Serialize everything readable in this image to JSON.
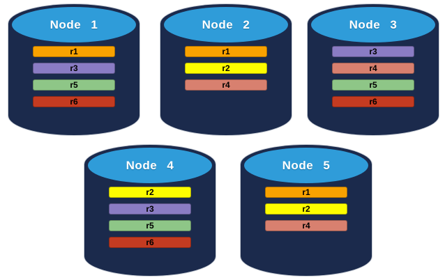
{
  "diagram": {
    "kind": "database-replica-distribution",
    "background": "#FFFFFF"
  },
  "colors": {
    "cylinder_body": "#1B2A4C",
    "cylinder_top": "#2F9CD9",
    "title_text": "#FFFFFF",
    "bar_text": "#000000"
  },
  "replica_colors": {
    "r1": "#F9A200",
    "r2": "#FDFD00",
    "r3": "#8A7CC4",
    "r4": "#D8806F",
    "r5": "#8EC687",
    "r6": "#C43B21"
  },
  "nodes": [
    {
      "title": "Node 1",
      "replicas": [
        "r1",
        "r3",
        "r5",
        "r6"
      ]
    },
    {
      "title": "Node 2",
      "replicas": [
        "r1",
        "r2",
        "r4"
      ]
    },
    {
      "title": "Node 3",
      "replicas": [
        "r3",
        "r4",
        "r5",
        "r6"
      ]
    },
    {
      "title": "Node 4",
      "replicas": [
        "r2",
        "r3",
        "r5",
        "r6"
      ]
    },
    {
      "title": "Node 5",
      "replicas": [
        "r1",
        "r2",
        "r4"
      ]
    }
  ]
}
